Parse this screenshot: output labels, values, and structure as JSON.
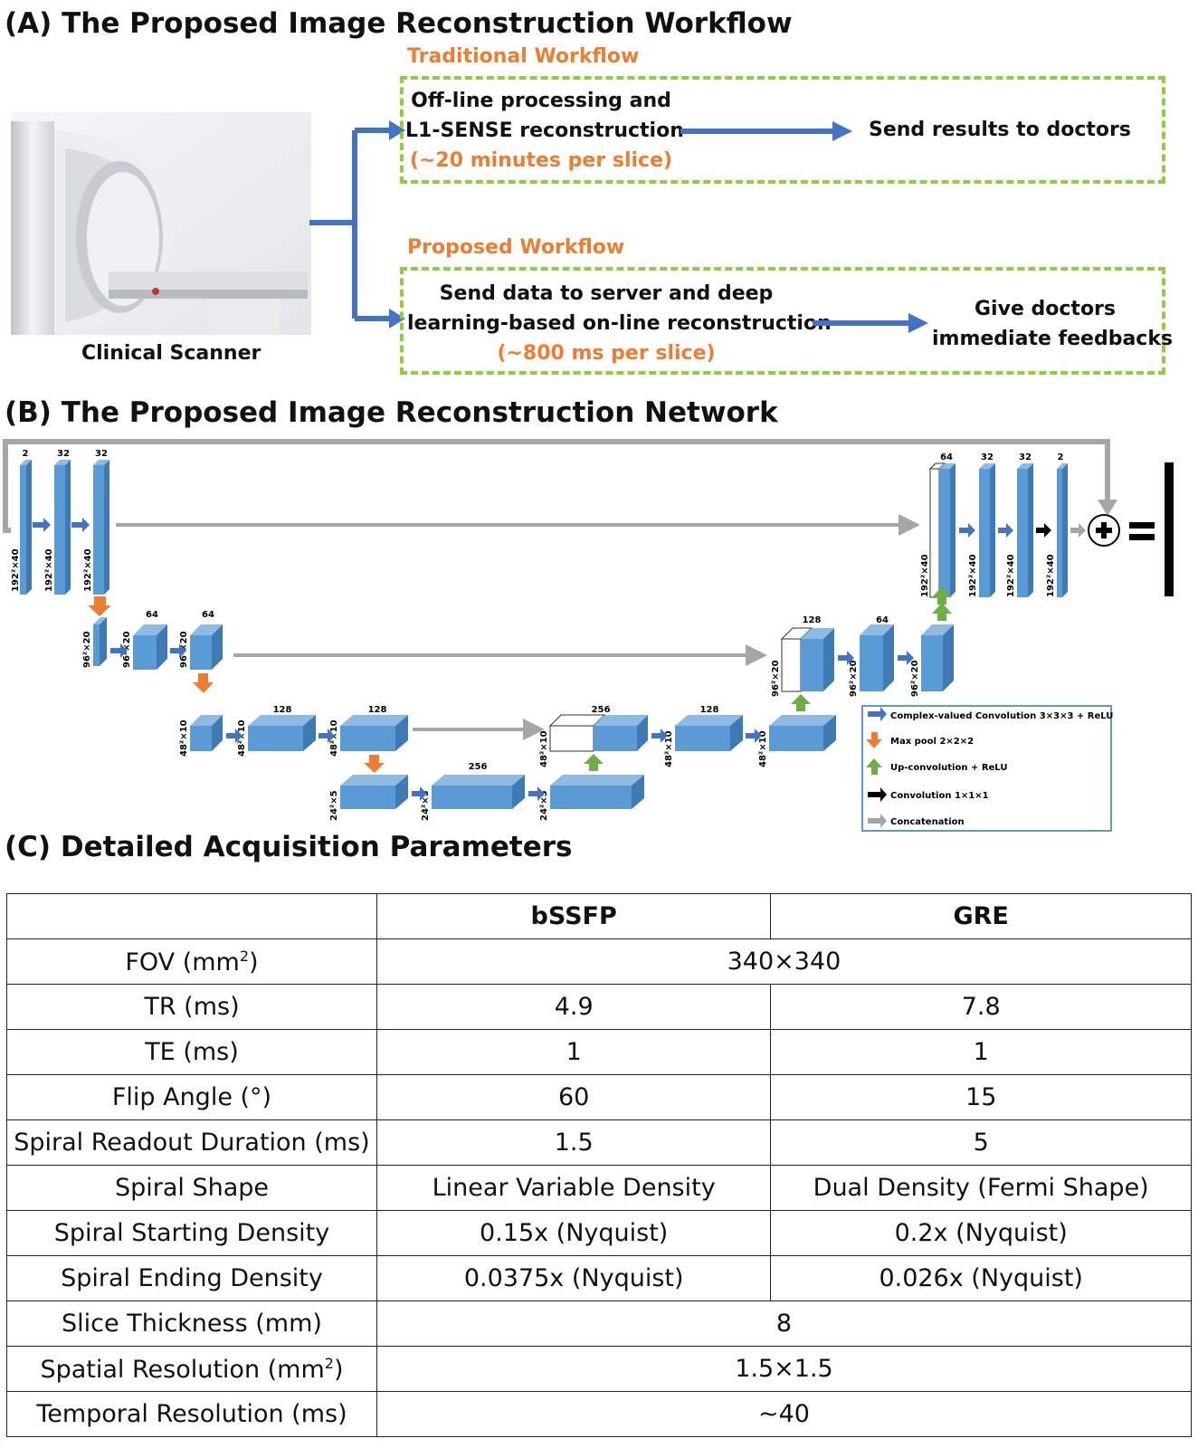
{
  "colors": {
    "accent_orange": "#ed7d31",
    "dash_green": "#8ccf3f",
    "arrow_blue": "#4472c4",
    "block_blue": "#5b9bd5",
    "concat_gray": "#a6a6a6",
    "upconv_green": "#70ad47"
  },
  "section_a": {
    "title": "(A) The Proposed Image Reconstruction Workflow",
    "scanner_label": "Clinical Scanner",
    "traditional": {
      "label": "Traditional Workflow",
      "step1_line1": "Off-line processing and",
      "step1_line2": "L1-SENSE reconstruction",
      "time": "(~20 minutes per slice)",
      "step2": "Send results to doctors"
    },
    "proposed": {
      "label": "Proposed Workflow",
      "step1_line1": "Send data to server and deep",
      "step1_line2": "learning-based on-line reconstruction",
      "time": "(~800 ms per slice)",
      "step2_line1": "Give doctors",
      "step2_line2": "immediate feedbacks"
    }
  },
  "section_b": {
    "title": "(B) The Proposed Image Reconstruction Network",
    "level1": {
      "ch": [
        "2",
        "32",
        "32"
      ],
      "dim": "192²×40",
      "up_ch": [
        "64",
        "32",
        "32",
        "2"
      ]
    },
    "level2": {
      "ch": [
        "64",
        "64"
      ],
      "dim": "96²×20",
      "up_ch": [
        "128",
        "64"
      ]
    },
    "level3": {
      "ch": [
        "128",
        "128"
      ],
      "dim": "48²×10",
      "up_ch": [
        "256",
        "128"
      ]
    },
    "level4": {
      "ch": [
        "256"
      ],
      "dim": "24²×5"
    },
    "legend": [
      {
        "label": "Complex-valued Convolution 3×3×3 + ReLU",
        "icon": "blue-arrow"
      },
      {
        "label": "Max pool 2×2×2",
        "icon": "orange-down-arrow"
      },
      {
        "label": "Up-convolution + ReLU",
        "icon": "green-up-arrow"
      },
      {
        "label": "Convolution 1×1×1",
        "icon": "black-arrow"
      },
      {
        "label": "Concatenation",
        "icon": "gray-arrow"
      }
    ]
  },
  "section_c": {
    "title": "(C) Detailed Acquisition Parameters",
    "columns": [
      "",
      "bSSFP",
      "GRE"
    ],
    "rows": [
      {
        "param": "FOV (mm",
        "param_sup": "2",
        "param_end": ")",
        "shared": "340×340"
      },
      {
        "param": "TR (ms)",
        "bssfp": "4.9",
        "gre": "7.8"
      },
      {
        "param": "TE (ms)",
        "bssfp": "1",
        "gre": "1"
      },
      {
        "param": "Flip Angle (°)",
        "bssfp": "60",
        "gre": "15"
      },
      {
        "param": "Spiral Readout Duration (ms)",
        "bssfp": "1.5",
        "gre": "5"
      },
      {
        "param": "Spiral Shape",
        "bssfp": "Linear Variable Density",
        "gre": "Dual Density (Fermi Shape)"
      },
      {
        "param": "Spiral Starting Density",
        "bssfp": "0.15x (Nyquist)",
        "gre": "0.2x (Nyquist)"
      },
      {
        "param": "Spiral Ending Density",
        "bssfp": "0.0375x (Nyquist)",
        "gre": "0.026x (Nyquist)"
      },
      {
        "param": "Slice Thickness (mm)",
        "shared": "8"
      },
      {
        "param": "Spatial Resolution (mm",
        "param_sup": "2",
        "param_end": ")",
        "shared": "1.5×1.5"
      },
      {
        "param": "Temporal Resolution (ms)",
        "shared": "~40"
      }
    ]
  }
}
